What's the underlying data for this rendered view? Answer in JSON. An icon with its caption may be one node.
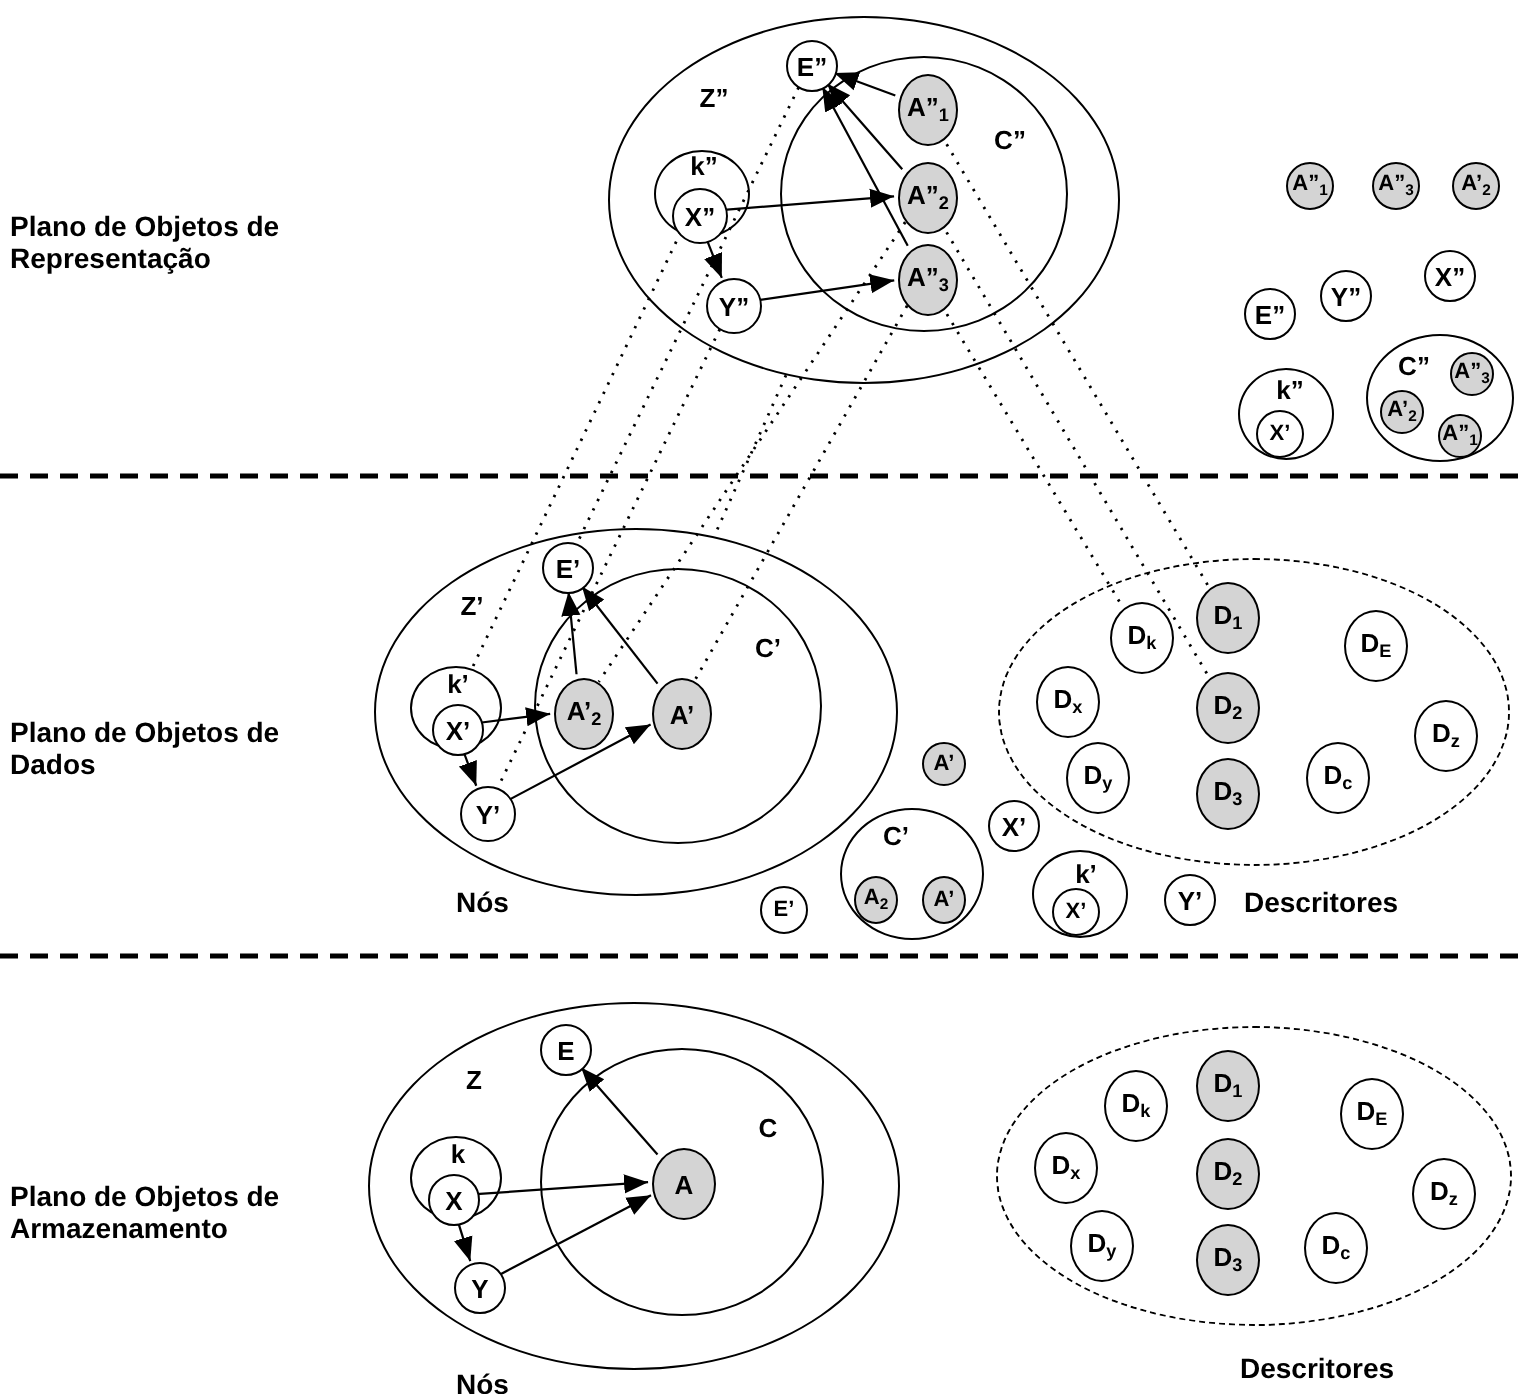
{
  "diagram": {
    "nodes": [
      {
        "text": [
          "Z”"
        ]
      },
      {
        "text": [
          "k”"
        ],
        "in": 0
      },
      {
        "text": [
          "X”"
        ],
        "in": 1
      },
      {
        "text": [
          "Y”"
        ],
        "in": 0
      },
      {
        "text": [
          "C”"
        ],
        "in": 0
      },
      {
        "text": [
          "E”"
        ],
        "in": 0
      },
      {
        "text": [
          "A”$_{1}$"
        ],
        "in": 4
      },
      {
        "text": [
          "A”$_{2}$"
        ],
        "in": 4
      },
      {
        "text": [
          "A”$_{3}$"
        ],
        "in": 4
      },
      {
        "text": [
          "A”$_{1}$"
        ]
      },
      {
        "text": [
          "A”$_{3}$"
        ]
      },
      {
        "text": [
          "A’$_{2}$"
        ]
      },
      {
        "text": [
          "E”"
        ]
      },
      {
        "text": [
          "Y”"
        ]
      },
      {
        "text": [
          "X”"
        ]
      },
      {
        "text": [
          "k”"
        ]
      },
      {
        "text": [
          "X’"
        ],
        "in": 15
      },
      {
        "text": [
          "C”"
        ]
      },
      {
        "text": [
          "A”$_{3}$"
        ],
        "in": 17
      },
      {
        "text": [
          "A’$_{2}$"
        ],
        "in": 17
      },
      {
        "text": [
          "A”$_{1}$"
        ],
        "in": 17
      },
      {
        "text": [
          "Z’"
        ]
      },
      {
        "text": [
          "k’"
        ],
        "in": 21
      },
      {
        "text": [
          "X’"
        ],
        "in": 22
      },
      {
        "text": [
          "E’"
        ],
        "in": 21
      },
      {
        "text": [
          "C’"
        ],
        "in": 21
      },
      {
        "text": [
          "A’$_{2}$"
        ],
        "in": 25
      },
      {
        "text": [
          "A’"
        ],
        "in": 25
      },
      {
        "text": [
          "Y’"
        ],
        "in": 21
      },
      {
        "text": [
          "A’"
        ]
      },
      {
        "text": [
          "C’"
        ]
      },
      {
        "text": [
          "A$_{2}$"
        ],
        "in": 30
      },
      {
        "text": [
          "A’"
        ],
        "in": 30
      },
      {
        "text": [
          "X’"
        ]
      },
      {
        "text": [
          "E’"
        ]
      },
      {
        "text": [
          "k’"
        ]
      },
      {
        "text": [
          "X’"
        ],
        "in": 35
      },
      {
        "text": [
          "Y’"
        ]
      },
      {
        "text": [],
        "shape": "ellipse"
      },
      {
        "text": [
          "D$_{k}$"
        ],
        "in": 38
      },
      {
        "text": [
          "D$_{1}$"
        ],
        "in": 38
      },
      {
        "text": [
          "D$_{E}$"
        ],
        "in": 38
      },
      {
        "text": [
          "D$_{x}$"
        ],
        "in": 38
      },
      {
        "text": [
          "D$_{2}$"
        ],
        "in": 38
      },
      {
        "text": [
          "D$_{z}$"
        ],
        "in": 38
      },
      {
        "text": [
          "D$_{y}$"
        ],
        "in": 38
      },
      {
        "text": [
          "D$_{3}$"
        ],
        "in": 38
      },
      {
        "text": [
          "D$_{c}$"
        ],
        "in": 38
      },
      {
        "text": [
          "Z"
        ]
      },
      {
        "text": [
          "E"
        ],
        "in": 48
      },
      {
        "text": [
          "C"
        ],
        "in": 48
      },
      {
        "text": [
          "k"
        ],
        "in": 48
      },
      {
        "text": [
          "X"
        ],
        "in": 51
      },
      {
        "text": [
          "A"
        ],
        "in": 50
      },
      {
        "text": [
          "Y"
        ],
        "in": 48
      },
      {
        "text": [],
        "shape": "ellipse"
      },
      {
        "text": [
          "D$_{k}$"
        ],
        "in": 55
      },
      {
        "text": [
          "D$_{1}$"
        ],
        "in": 55
      },
      {
        "text": [
          "D$_{E}$"
        ],
        "in": 55
      },
      {
        "text": [
          "D$_{x}$"
        ],
        "in": 55
      },
      {
        "text": [
          "D$_{2}$"
        ],
        "in": 55
      },
      {
        "text": [
          "D$_{z}$"
        ],
        "in": 55
      },
      {
        "text": [
          "D$_{y}$"
        ],
        "in": 55
      },
      {
        "text": [
          "D$_{3}$"
        ],
        "in": 55
      },
      {
        "text": [
          "D$_{c}$"
        ],
        "in": 55
      }
    ],
    "edges": [
      {
        "from": 2,
        "to": 7,
        "arrow": "to"
      },
      {
        "from": 2,
        "to": 3,
        "arrow": "to"
      },
      {
        "from": 3,
        "to": 8,
        "arrow": "to"
      },
      {
        "from": 6,
        "to": 5,
        "arrow": "to"
      },
      {
        "from": 7,
        "to": 5,
        "arrow": "to"
      },
      {
        "from": 8,
        "to": 5,
        "arrow": "to"
      },
      {
        "from": 23,
        "to": 26,
        "arrow": "to"
      },
      {
        "from": 23,
        "to": 28,
        "arrow": "to"
      },
      {
        "from": 28,
        "to": 27,
        "arrow": "to"
      },
      {
        "from": 26,
        "to": 24,
        "arrow": "to"
      },
      {
        "from": 27,
        "to": 24,
        "arrow": "to"
      },
      {
        "from": 52,
        "to": 53,
        "arrow": "to"
      },
      {
        "from": 52,
        "to": 54,
        "arrow": "to"
      },
      {
        "from": 54,
        "to": 53,
        "arrow": "to"
      },
      {
        "from": 53,
        "to": 49,
        "arrow": "to"
      },
      {
        "from": 0,
        "to": 21,
        "arrow": "none",
        "style": "dashed"
      },
      {
        "from": 1,
        "to": 22,
        "arrow": "none",
        "style": "dashed"
      },
      {
        "from": 3,
        "to": 28,
        "arrow": "none",
        "style": "dashed"
      },
      {
        "from": 5,
        "to": 24,
        "arrow": "none",
        "style": "dashed"
      },
      {
        "from": 7,
        "to": 26,
        "arrow": "none",
        "style": "dashed"
      },
      {
        "from": 8,
        "to": 27,
        "arrow": "none",
        "style": "dashed"
      },
      {
        "from": 6,
        "to": 40,
        "arrow": "none",
        "style": "dashed"
      },
      {
        "from": 7,
        "to": 43,
        "arrow": "none",
        "style": "dashed"
      },
      {
        "from": 8,
        "to": 39,
        "arrow": "none",
        "style": "dashed"
      }
    ],
    "labels": [
      "Plano de Objetos de Representação",
      "Plano de Objetos de Dados",
      "Nós",
      "Descritores",
      "Plano de Objetos de Armazenamento",
      "Nós",
      "Descritores"
    ]
  }
}
